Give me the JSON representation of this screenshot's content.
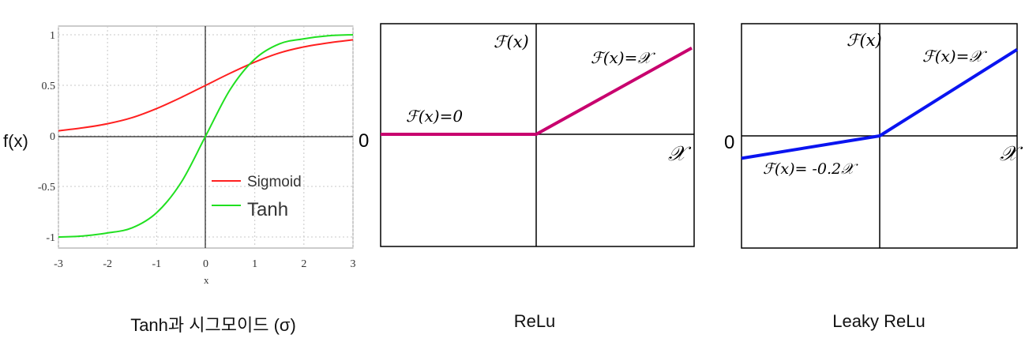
{
  "chart_data": [
    {
      "type": "line",
      "caption": "Tanh과 시그모이드 (σ)",
      "ylabel": "f(x)",
      "xlabel": "x",
      "xlim": [
        -3,
        3
      ],
      "ylim": [
        -1,
        1
      ],
      "x_ticks": [
        "-3",
        "-2",
        "-1",
        "0",
        "1",
        "2",
        "3"
      ],
      "y_ticks": [
        "1",
        "0.5",
        "0",
        "-0.5",
        "-1"
      ],
      "grid": true,
      "legend_position": "lower-right",
      "series": [
        {
          "name": "Sigmoid",
          "color": "#ff2020",
          "x": [
            -3,
            -2.5,
            -2,
            -1.5,
            -1,
            -0.5,
            0,
            0.5,
            1,
            1.5,
            2,
            2.5,
            3
          ],
          "values": [
            0.05,
            0.08,
            0.12,
            0.18,
            0.27,
            0.38,
            0.5,
            0.62,
            0.73,
            0.82,
            0.88,
            0.92,
            0.95
          ]
        },
        {
          "name": "Tanh",
          "color": "#20e020",
          "x": [
            -3,
            -2.5,
            -2,
            -1.5,
            -1,
            -0.5,
            0,
            0.5,
            1,
            1.5,
            2,
            2.5,
            3
          ],
          "values": [
            -1.0,
            -0.99,
            -0.96,
            -0.91,
            -0.76,
            -0.46,
            0,
            0.46,
            0.76,
            0.91,
            0.96,
            0.99,
            1.0
          ]
        }
      ]
    },
    {
      "type": "line",
      "caption": "ReLu",
      "ylabel": "ℱ(x)",
      "xlabel": "𝒳",
      "zero_label": "0",
      "color": "#c8006e",
      "annotations": [
        "ℱ(𝑥)=0",
        "ℱ(𝑥)=𝒳"
      ],
      "series": [
        {
          "name": "",
          "x": [
            -1,
            0,
            1
          ],
          "values": [
            0,
            0,
            0.78
          ]
        }
      ]
    },
    {
      "type": "line",
      "caption": "Leaky ReLu",
      "ylabel": "ℱ(x)",
      "xlabel": "𝒳",
      "zero_label": "0",
      "color": "#0a14f0",
      "annotations": [
        "ℱ(𝑥)=𝒳",
        "ℱ(𝑥)= -0.2𝒳"
      ],
      "series": [
        {
          "name": "",
          "x": [
            -1,
            0,
            1
          ],
          "values": [
            -0.2,
            0,
            0.77
          ]
        }
      ]
    }
  ]
}
